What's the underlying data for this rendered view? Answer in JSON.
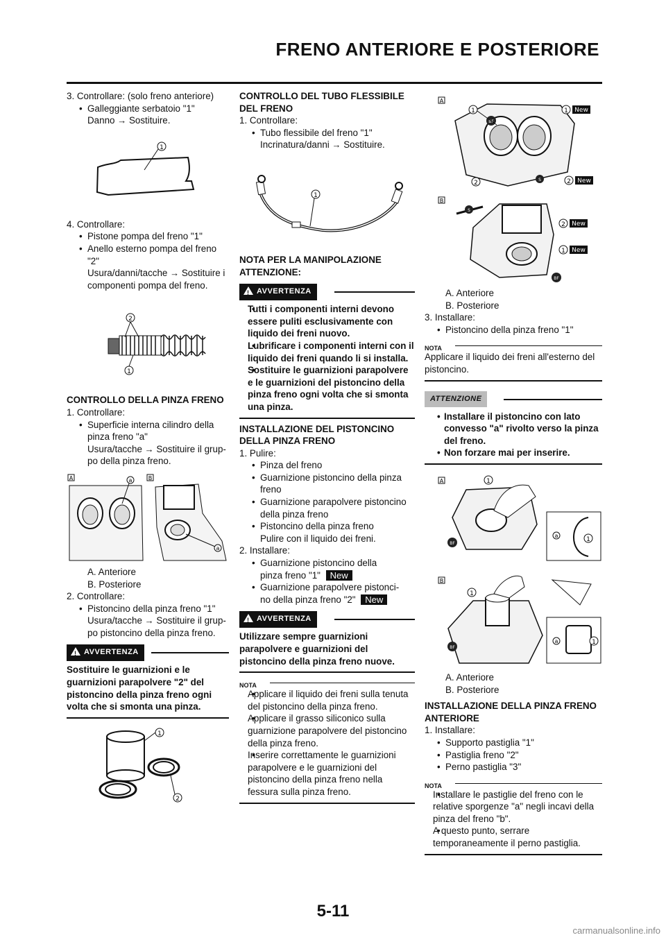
{
  "header": {
    "title": "FRENO ANTERIORE E POSTERIORE"
  },
  "col1": {
    "s3": "3. Controllare: (solo freno anteriore)",
    "s3b1": "Galleggiante serbatoio \"1\"",
    "s3b1d": "Danno",
    "s3b1a": "Sostituire.",
    "s4": "4. Controllare:",
    "s4b1": "Pistone pompa del freno \"1\"",
    "s4b2": "Anello esterno pompa del freno",
    "s4b2b": "\"2\"",
    "s4b2c": "Usura/danni/tacche",
    "s4b2d": "Sostituire i",
    "s4b2e": "componenti pompa del freno.",
    "h1": "CONTROLLO DELLA PINZA FRENO",
    "c1": "1. Controllare:",
    "c1b1": "Superficie interna cilindro della",
    "c1b1b": "pinza freno \"a\"",
    "c1b1c": "Usura/tacche",
    "c1b1d": "Sostituire il grup-",
    "c1b1e": "po della pinza freno.",
    "lblA": "A.  Anteriore",
    "lblB": "B.  Posteriore",
    "c2": "2. Controllare:",
    "c2b1": "Pistoncino della pinza freno \"1\"",
    "c2b1b": "Usura/tacche",
    "c2b1c": "Sostituire il grup-",
    "c2b1d": "po pistoncino della pinza freno.",
    "warn": "AVVERTENZA",
    "warntext": "Sostituire le guarnizioni e le guarnizioni parapolvere \"2\" del pistoncino della pinza freno ogni volta che si smonta una pinza."
  },
  "col2": {
    "h1": "CONTROLLO DEL TUBO FLESSIBILE DEL FRENO",
    "s1": "1. Controllare:",
    "s1b1": "Tubo flessibile del freno \"1\"",
    "s1b1b": "Incrinatura/danni",
    "s1b1c": "Sostituire.",
    "h2": "NOTA PER LA MANIPOLAZIONE ATTENZIONE:",
    "warn": "AVVERTENZA",
    "w1": "Tutti i componenti interni devono essere puliti esclusivamente con liquido dei freni nuovo.",
    "w2": "Lubrificare i componenti interni con il liquido dei freni quando li si installa.",
    "w3": "Sostituire le guarnizioni parapolvere e le guarnizioni del pistoncino della pinza freno ogni volta che si smonta una pinza.",
    "h3": "INSTALLAZIONE DEL PISTONCINO DELLA PINZA FRENO",
    "p1": "1. Pulire:",
    "p1b1": "Pinza del freno",
    "p1b2": "Guarnizione pistoncino della pinza freno",
    "p1b3": "Guarnizione parapolvere pistoncino della pinza freno",
    "p1b4": "Pistoncino della pinza freno",
    "p1b4b": "Pulire con il liquido dei freni.",
    "p2": "2. Installare:",
    "p2b1": "Guarnizione pistoncino della",
    "p2b1b": "pinza freno \"1\"",
    "p2b2": "Guarnizione parapolvere pistonci-",
    "p2b2b": "no della pinza freno \"2\"",
    "newlbl": "New",
    "warn2": "AVVERTENZA",
    "warn2text": "Utilizzare sempre guarnizioni parapolvere e guarnizioni del pistoncino della pinza freno nuove.",
    "nota": "NOTA",
    "n1": "Applicare il liquido dei freni sulla tenuta del pistoncino della pinza freno.",
    "n2": "Applicare il grasso siliconico sulla guarnizione parapolvere del pistoncino della pinza freno.",
    "n3": "Inserire correttamente le guarnizioni parapolvere e le guarnizioni del pistoncino della pinza freno nella fessura sulla pinza freno."
  },
  "col3": {
    "lblA": "A.  Anteriore",
    "lblB": "B.  Posteriore",
    "s3": "3. Installare:",
    "s3b1": "Pistoncino della pinza freno \"1\"",
    "nota": "NOTA",
    "n1": "Applicare il liquido dei freni all'esterno del pistoncino.",
    "att": "ATTENZIONE",
    "a1": "Installare il pistoncino con lato convesso \"a\" rivolto verso la pinza del freno.",
    "a2": "Non forzare mai per inserire.",
    "lblA2": "A.  Anteriore",
    "lblB2": "B.  Posteriore",
    "h1": "INSTALLAZIONE DELLA PINZA FRENO ANTERIORE",
    "i1": "1. Installare:",
    "i1b1": "Supporto pastiglia \"1\"",
    "i1b2": "Pastiglia freno \"2\"",
    "i1b3": "Perno pastiglia \"3\"",
    "nota2": "NOTA",
    "n2": "Installare le pastiglie del freno con le relative sporgenze \"a\" negli incavi della pinza del freno \"b\".",
    "n3": "A questo punto, serrare temporaneamente il perno pastiglia."
  },
  "footer": {
    "pagenum": "5-11",
    "site": "carmanualsonline.info"
  }
}
